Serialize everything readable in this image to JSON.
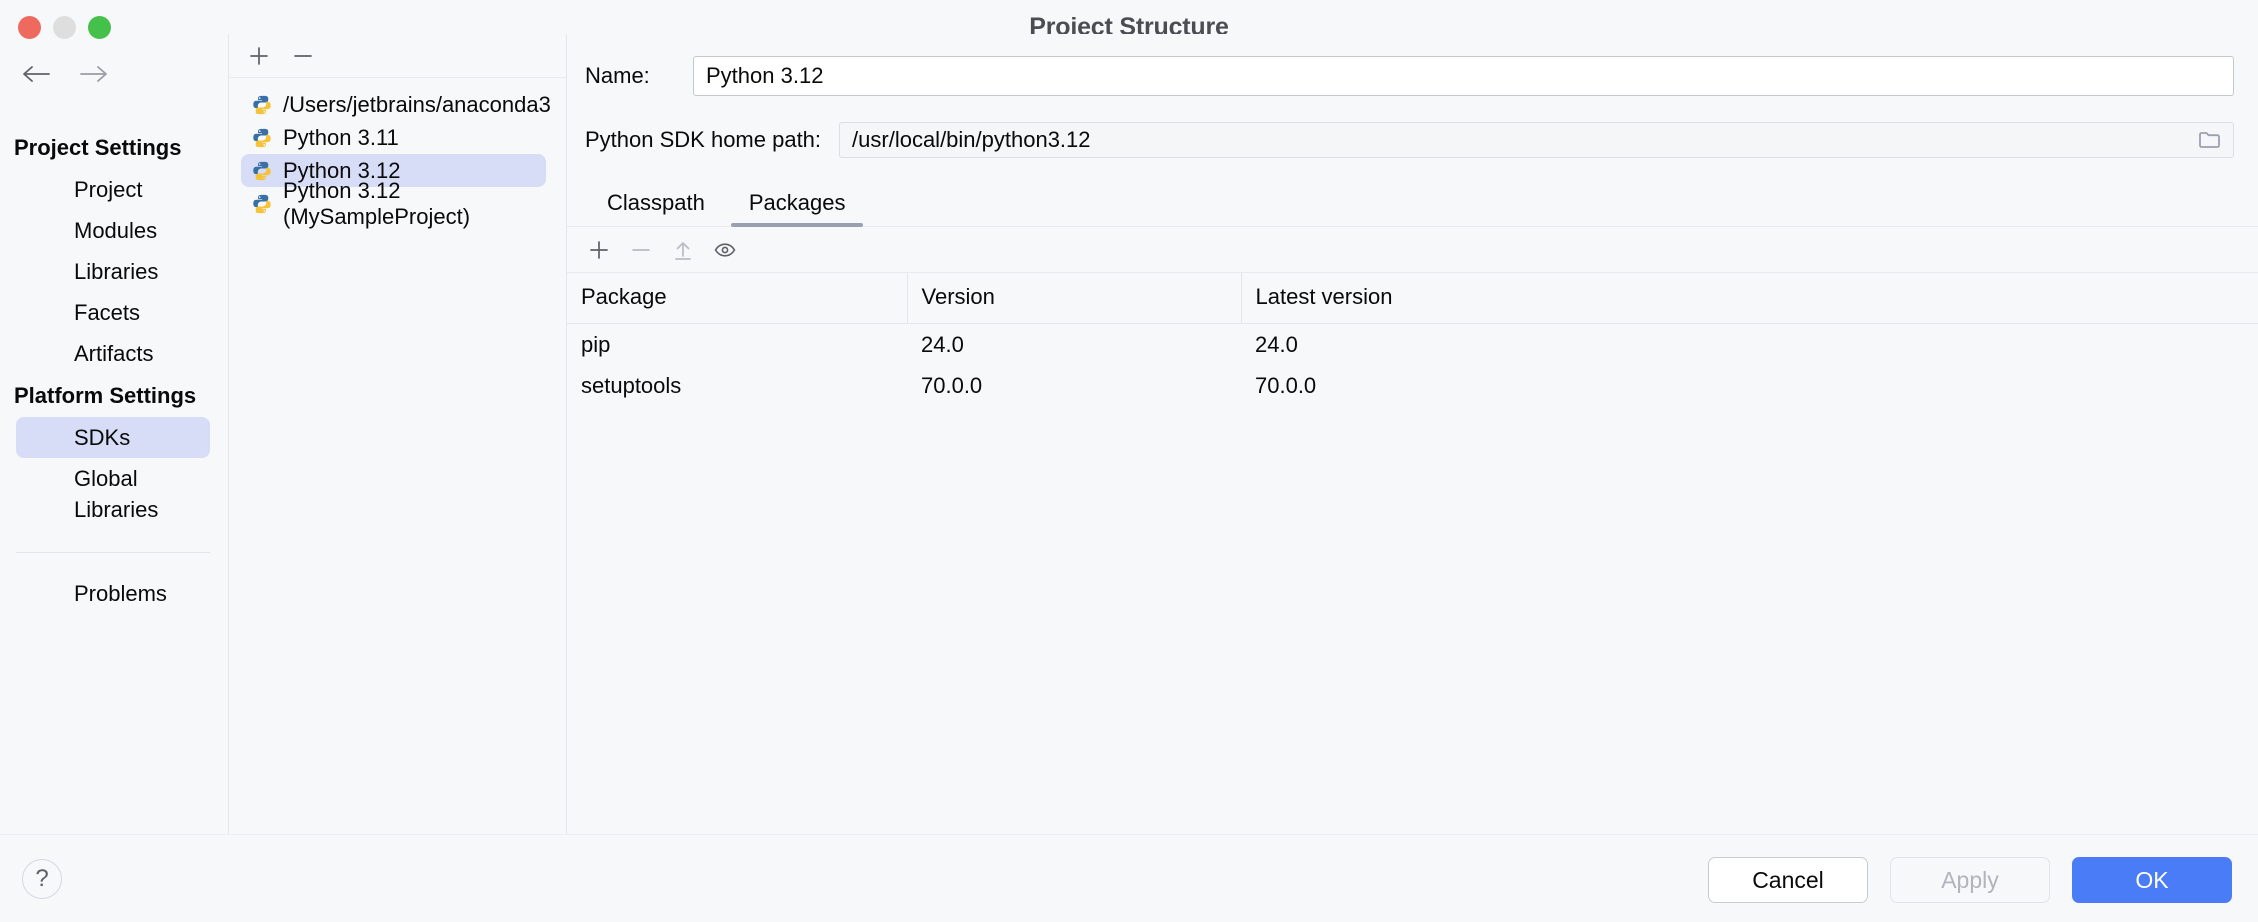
{
  "window": {
    "title": "Project Structure",
    "traffic_lights": [
      "close-red",
      "minimize-yellow",
      "maximize-green"
    ]
  },
  "nav": {
    "back_icon": "arrow-left-icon",
    "forward_icon": "arrow-right-icon",
    "groups": [
      {
        "label": "Project Settings",
        "items": [
          {
            "label": "Project",
            "selected": false
          },
          {
            "label": "Modules",
            "selected": false
          },
          {
            "label": "Libraries",
            "selected": false
          },
          {
            "label": "Facets",
            "selected": false
          },
          {
            "label": "Artifacts",
            "selected": false
          }
        ]
      },
      {
        "label": "Platform Settings",
        "items": [
          {
            "label": "SDKs",
            "selected": true
          },
          {
            "label": "Global Libraries",
            "selected": false
          }
        ]
      }
    ],
    "problems": {
      "label": "Problems"
    },
    "selected_color": "#d7dcf7"
  },
  "sdk_column": {
    "toolbar": [
      {
        "name": "add-sdk-button",
        "icon": "plus-icon",
        "enabled": true
      },
      {
        "name": "remove-sdk-button",
        "icon": "minus-icon",
        "enabled": true
      }
    ],
    "items": [
      {
        "label": "/Users/jetbrains/anaconda3",
        "icon": "python-icon",
        "selected": false
      },
      {
        "label": "Python 3.11",
        "icon": "python-icon",
        "selected": false
      },
      {
        "label": "Python 3.12",
        "icon": "python-icon",
        "selected": true
      },
      {
        "label": "Python 3.12 (MySampleProject)",
        "icon": "python-icon",
        "selected": false
      }
    ]
  },
  "detail": {
    "name_label": "Name:",
    "name_value": "Python 3.12",
    "path_label": "Python SDK home path:",
    "path_value": "/usr/local/bin/python3.12",
    "browse_icon": "folder-icon",
    "tabs": [
      {
        "label": "Classpath",
        "active": false
      },
      {
        "label": "Packages",
        "active": true
      }
    ],
    "packages_toolbar": [
      {
        "name": "install-package-button",
        "icon": "plus-icon",
        "enabled": true
      },
      {
        "name": "uninstall-package-button",
        "icon": "minus-icon",
        "enabled": false
      },
      {
        "name": "upgrade-package-button",
        "icon": "arrow-up-icon",
        "enabled": false
      },
      {
        "name": "show-early-releases-button",
        "icon": "eye-icon",
        "enabled": true
      }
    ],
    "table": {
      "columns": [
        "Package",
        "Version",
        "Latest version"
      ],
      "rows": [
        {
          "package": "pip",
          "version": "24.0",
          "latest": "24.0"
        },
        {
          "package": "setuptools",
          "version": "70.0.0",
          "latest": "70.0.0"
        }
      ]
    }
  },
  "footer": {
    "help_icon": "question-mark-icon",
    "cancel_label": "Cancel",
    "apply_label": "Apply",
    "ok_label": "OK",
    "ok_color": "#4a7cf7"
  }
}
